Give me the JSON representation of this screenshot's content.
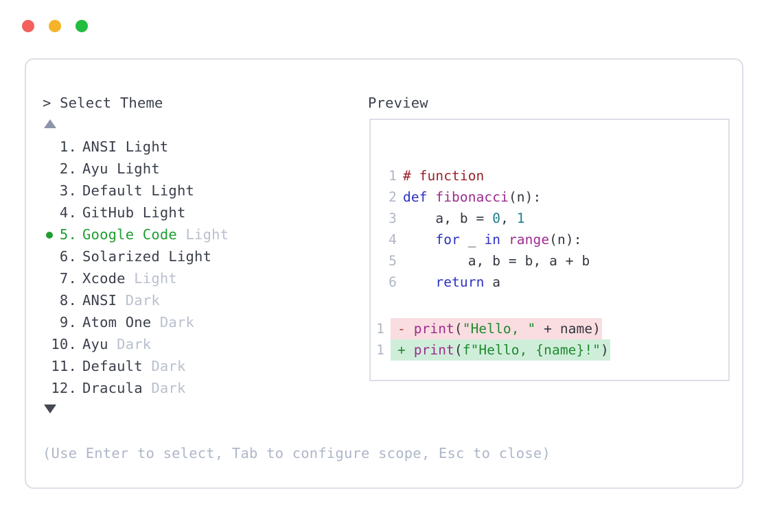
{
  "window": {
    "traffic_lights": [
      {
        "name": "close",
        "color": "#f4605c"
      },
      {
        "name": "minimize",
        "color": "#f5b32a"
      },
      {
        "name": "maximize",
        "color": "#22bd3f"
      }
    ]
  },
  "prompt": {
    "title": "> Select Theme",
    "scroll_up_icon": "triangle-up-icon",
    "scroll_down_icon": "triangle-down-icon"
  },
  "themes": [
    {
      "index": " 1.",
      "name": "ANSI",
      "suffix": " Light",
      "selected": false,
      "dim_suffix": false
    },
    {
      "index": " 2.",
      "name": "Ayu",
      "suffix": " Light",
      "selected": false,
      "dim_suffix": false
    },
    {
      "index": " 3.",
      "name": "Default",
      "suffix": " Light",
      "selected": false,
      "dim_suffix": false
    },
    {
      "index": " 4.",
      "name": "GitHub",
      "suffix": " Light",
      "selected": false,
      "dim_suffix": false
    },
    {
      "index": " 5.",
      "name": "Google Code",
      "suffix": " Light",
      "selected": true,
      "dim_suffix": true
    },
    {
      "index": " 6.",
      "name": "Solarized",
      "suffix": " Light",
      "selected": false,
      "dim_suffix": false
    },
    {
      "index": " 7.",
      "name": "Xcode",
      "suffix": " Light",
      "selected": false,
      "dim_suffix": true
    },
    {
      "index": " 8.",
      "name": "ANSI",
      "suffix": " Dark",
      "selected": false,
      "dim_suffix": true
    },
    {
      "index": " 9.",
      "name": "Atom One",
      "suffix": " Dark",
      "selected": false,
      "dim_suffix": true
    },
    {
      "index": "10.",
      "name": "Ayu",
      "suffix": " Dark",
      "selected": false,
      "dim_suffix": true
    },
    {
      "index": "11.",
      "name": "Default",
      "suffix": " Dark",
      "selected": false,
      "dim_suffix": true
    },
    {
      "index": "12.",
      "name": "Dracula",
      "suffix": " Dark",
      "selected": false,
      "dim_suffix": true
    }
  ],
  "preview": {
    "heading": "Preview",
    "code_lines": [
      {
        "ln": "1",
        "tokens": [
          {
            "t": "# function",
            "c": "comment"
          }
        ]
      },
      {
        "ln": "2",
        "tokens": [
          {
            "t": "def ",
            "c": "kw"
          },
          {
            "t": "fibonacci",
            "c": "fn"
          },
          {
            "t": "(n):",
            "c": "plain"
          }
        ]
      },
      {
        "ln": "3",
        "tokens": [
          {
            "t": "    a, b = ",
            "c": "plain"
          },
          {
            "t": "0",
            "c": "num"
          },
          {
            "t": ", ",
            "c": "plain"
          },
          {
            "t": "1",
            "c": "num"
          }
        ]
      },
      {
        "ln": "4",
        "tokens": [
          {
            "t": "    ",
            "c": "plain"
          },
          {
            "t": "for",
            "c": "kw"
          },
          {
            "t": " _ ",
            "c": "plain"
          },
          {
            "t": "in",
            "c": "kw"
          },
          {
            "t": " ",
            "c": "plain"
          },
          {
            "t": "range",
            "c": "fn"
          },
          {
            "t": "(n):",
            "c": "plain"
          }
        ]
      },
      {
        "ln": "5",
        "tokens": [
          {
            "t": "        a, b = b, a + b",
            "c": "plain"
          }
        ]
      },
      {
        "ln": "6",
        "tokens": [
          {
            "t": "    ",
            "c": "plain"
          },
          {
            "t": "return",
            "c": "kw"
          },
          {
            "t": " a",
            "c": "plain"
          }
        ]
      }
    ],
    "diff_lines": [
      {
        "ln": "1",
        "kind": "del",
        "sign": "-",
        "tokens": [
          {
            "t": " ",
            "c": "plain"
          },
          {
            "t": "print",
            "c": "fn"
          },
          {
            "t": "(",
            "c": "plain"
          },
          {
            "t": "\"Hello, \"",
            "c": "str"
          },
          {
            "t": " + name)",
            "c": "plain"
          }
        ]
      },
      {
        "ln": "1",
        "kind": "add",
        "sign": "+",
        "tokens": [
          {
            "t": " ",
            "c": "plain"
          },
          {
            "t": "print",
            "c": "fn"
          },
          {
            "t": "(",
            "c": "plain"
          },
          {
            "t": "f\"Hello, {name}!\"",
            "c": "str"
          },
          {
            "t": ")",
            "c": "plain"
          }
        ]
      }
    ]
  },
  "footer": {
    "hint": "(Use Enter to select, Tab to configure scope, Esc to close)"
  }
}
